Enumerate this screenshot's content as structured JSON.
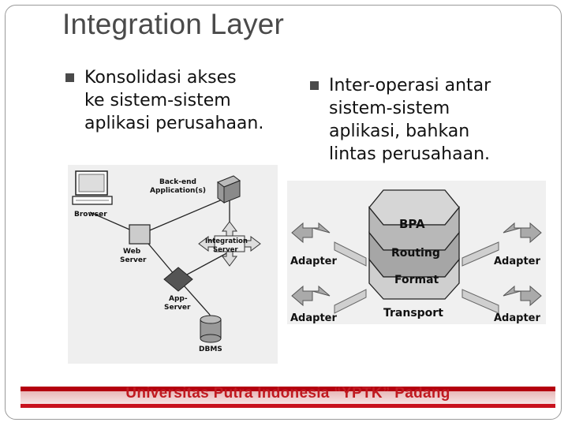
{
  "slide": {
    "title": "Integration Layer",
    "bullets": [
      {
        "text": "Konsolidasi akses\nke sistem-sistem\naplikasi perusahaan."
      },
      {
        "text": "Inter-operasi antar\nsistem-sistem\naplikasi, bahkan\nlintas perusahaan."
      }
    ]
  },
  "left_diagram": {
    "backend_label_1": "Back-end",
    "backend_label_2": "Application(s)",
    "browser_label": "Browser",
    "integration_label_1": "Integration",
    "integration_label_2": "Server",
    "web_label_1": "Web",
    "web_label_2": "Server",
    "app_label_1": "App-",
    "app_label_2": "Server",
    "dbms_label": "DBMS"
  },
  "right_diagram": {
    "bpa_label": "BPA",
    "routing_label": "Routing",
    "format_label": "Format",
    "transport_label": "Transport",
    "adapter_labels": [
      "Adapter",
      "Adapter",
      "Adapter",
      "Adapter"
    ]
  },
  "footer": {
    "banner_text": "Universitas Putra Indonesia “YPTK” Padang"
  }
}
